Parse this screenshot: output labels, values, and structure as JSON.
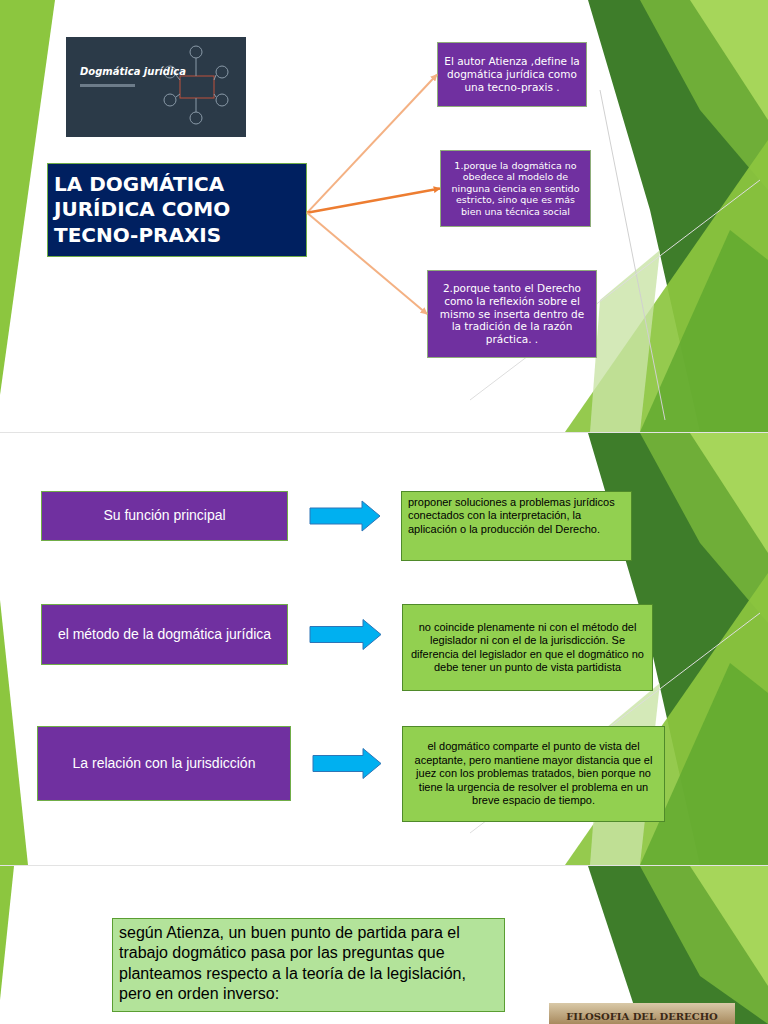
{
  "diagram": {
    "nodes": [
      {
        "text": [
          "LA DOGMÁTICA JURÍDICA COMO TECNO-PRAXIS"
        ]
      },
      {
        "text": [
          "El autor Atienza ,define la dogmática jurídica como una tecno-praxis ."
        ]
      },
      {
        "text": [
          "1.porque la dogmática no obedece al modelo de ninguna ciencia en sentido estricto, sino que es más bien una técnica social"
        ]
      },
      {
        "text": [
          "2.porque tanto el Derecho como la reflexión sobre el mismo se inserta dentro de la tradición de la razón práctica. ."
        ]
      },
      {
        "text": [
          "Su función principal"
        ]
      },
      {
        "text": [
          "proponer soluciones a problemas jurídicos conectados con la interpretación, la aplicación o la producción del Derecho."
        ]
      },
      {
        "text": [
          "el método de la dogmática jurídica"
        ]
      },
      {
        "text": [
          "no coincide plenamente ni con el método del legislador ni con el de la jurisdicción. Se diferencia del legislador en que el dogmático no debe tener un punto de vista partidista"
        ]
      },
      {
        "text": [
          "La relación con la jurisdicción"
        ]
      },
      {
        "text": [
          "el dogmático comparte el punto de vista del aceptante, pero mantiene mayor distancia que el juez con los problemas tratados, bien porque no tiene la urgencia de resolver el problema en un breve espacio de tiempo."
        ]
      },
      {
        "text": [
          "según Atienza, un buen punto de partida para el trabajo dogmático pasa por las preguntas que planteamos respecto a la teoría de la legislación, pero en orden inverso:"
        ]
      }
    ],
    "edges": [
      {
        "from": 0,
        "to": 1,
        "arrow": "to"
      },
      {
        "from": 0,
        "to": 2,
        "arrow": "to"
      },
      {
        "from": 0,
        "to": 3,
        "arrow": "to"
      },
      {
        "from": 4,
        "to": 5,
        "arrow": "to"
      },
      {
        "from": 6,
        "to": 7,
        "arrow": "to"
      },
      {
        "from": 8,
        "to": 9,
        "arrow": "to"
      }
    ],
    "labels": [
      "Dogmática jurídica",
      "FILOSOFIA DEL DERECHO"
    ]
  }
}
